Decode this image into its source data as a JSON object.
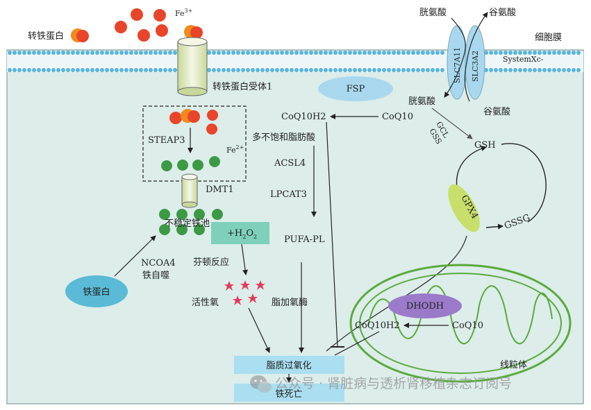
{
  "colors": {
    "cell": "#dcedea",
    "membrane_head": "#5ab5da",
    "fe3": "#e8452a",
    "fe3_alt": "#f08a1c",
    "fe2": "#3c9a45",
    "protein": "#a9d8ee",
    "transferrin": "#5bbad5",
    "gpx4": "#c8e06b",
    "dhodh": "#9b7ac9",
    "mito": "#5aaa3c",
    "ros_star": "#e23c5a",
    "h2o2_box": "#7fd0bb",
    "result_box": "#a9dff0"
  },
  "labels": {
    "cystine_out": "胱氨酸",
    "glutamate_out": "谷氨酸",
    "cell_membrane": "细胞膜",
    "transferrin_out": "转铁蛋白",
    "fe3": "Fe",
    "fe3_sup": "3+",
    "slc7a11": "SLC7A11",
    "slc3a2": "SLC3A2",
    "system_xc": "SystemXc-",
    "tfr1": "转铁蛋白受体1",
    "fsp": "FSP",
    "cystine_in": "胱氨酸",
    "glutamate_in": "谷氨酸",
    "coq10h2": "CoQ10H2",
    "coq10": "CoQ10",
    "steap3": "STEAP3",
    "fe2": "Fe",
    "fe2_sup": "2+",
    "pufa": "多不饱和脂肪酸",
    "gcl": "GCL",
    "gss": "GSS",
    "gsh": "GSH",
    "acsl4": "ACSL4",
    "lpcat3": "LPCAT3",
    "gpx4": "GPX4",
    "gssg": "GSSG",
    "dmt1": "DMT1",
    "lip": "不稳定铁池",
    "h2o2_prefix": "+H",
    "h2o2_sub1": "2",
    "h2o2_mid": "O",
    "h2o2_sub2": "2",
    "pufa_pl": "PUFA-PL",
    "ncoa4": "NCOA4",
    "ferritinophagy": "铁自噬",
    "fenton": "芬顿反应",
    "ferritin": "铁蛋白",
    "ros": "活性氧",
    "lox": "脂加氧酶",
    "dhodh": "DHODH",
    "mito_coq10h2": "CoQ10H2",
    "mito_coq10": "CoQ10",
    "mitochondria": "线粒体",
    "lipid_perox": "脂质过氧化",
    "ferroptosis": "铁死亡",
    "watermark": "公众号 · 肾脏病与透析肾移植杂志订阅号"
  }
}
